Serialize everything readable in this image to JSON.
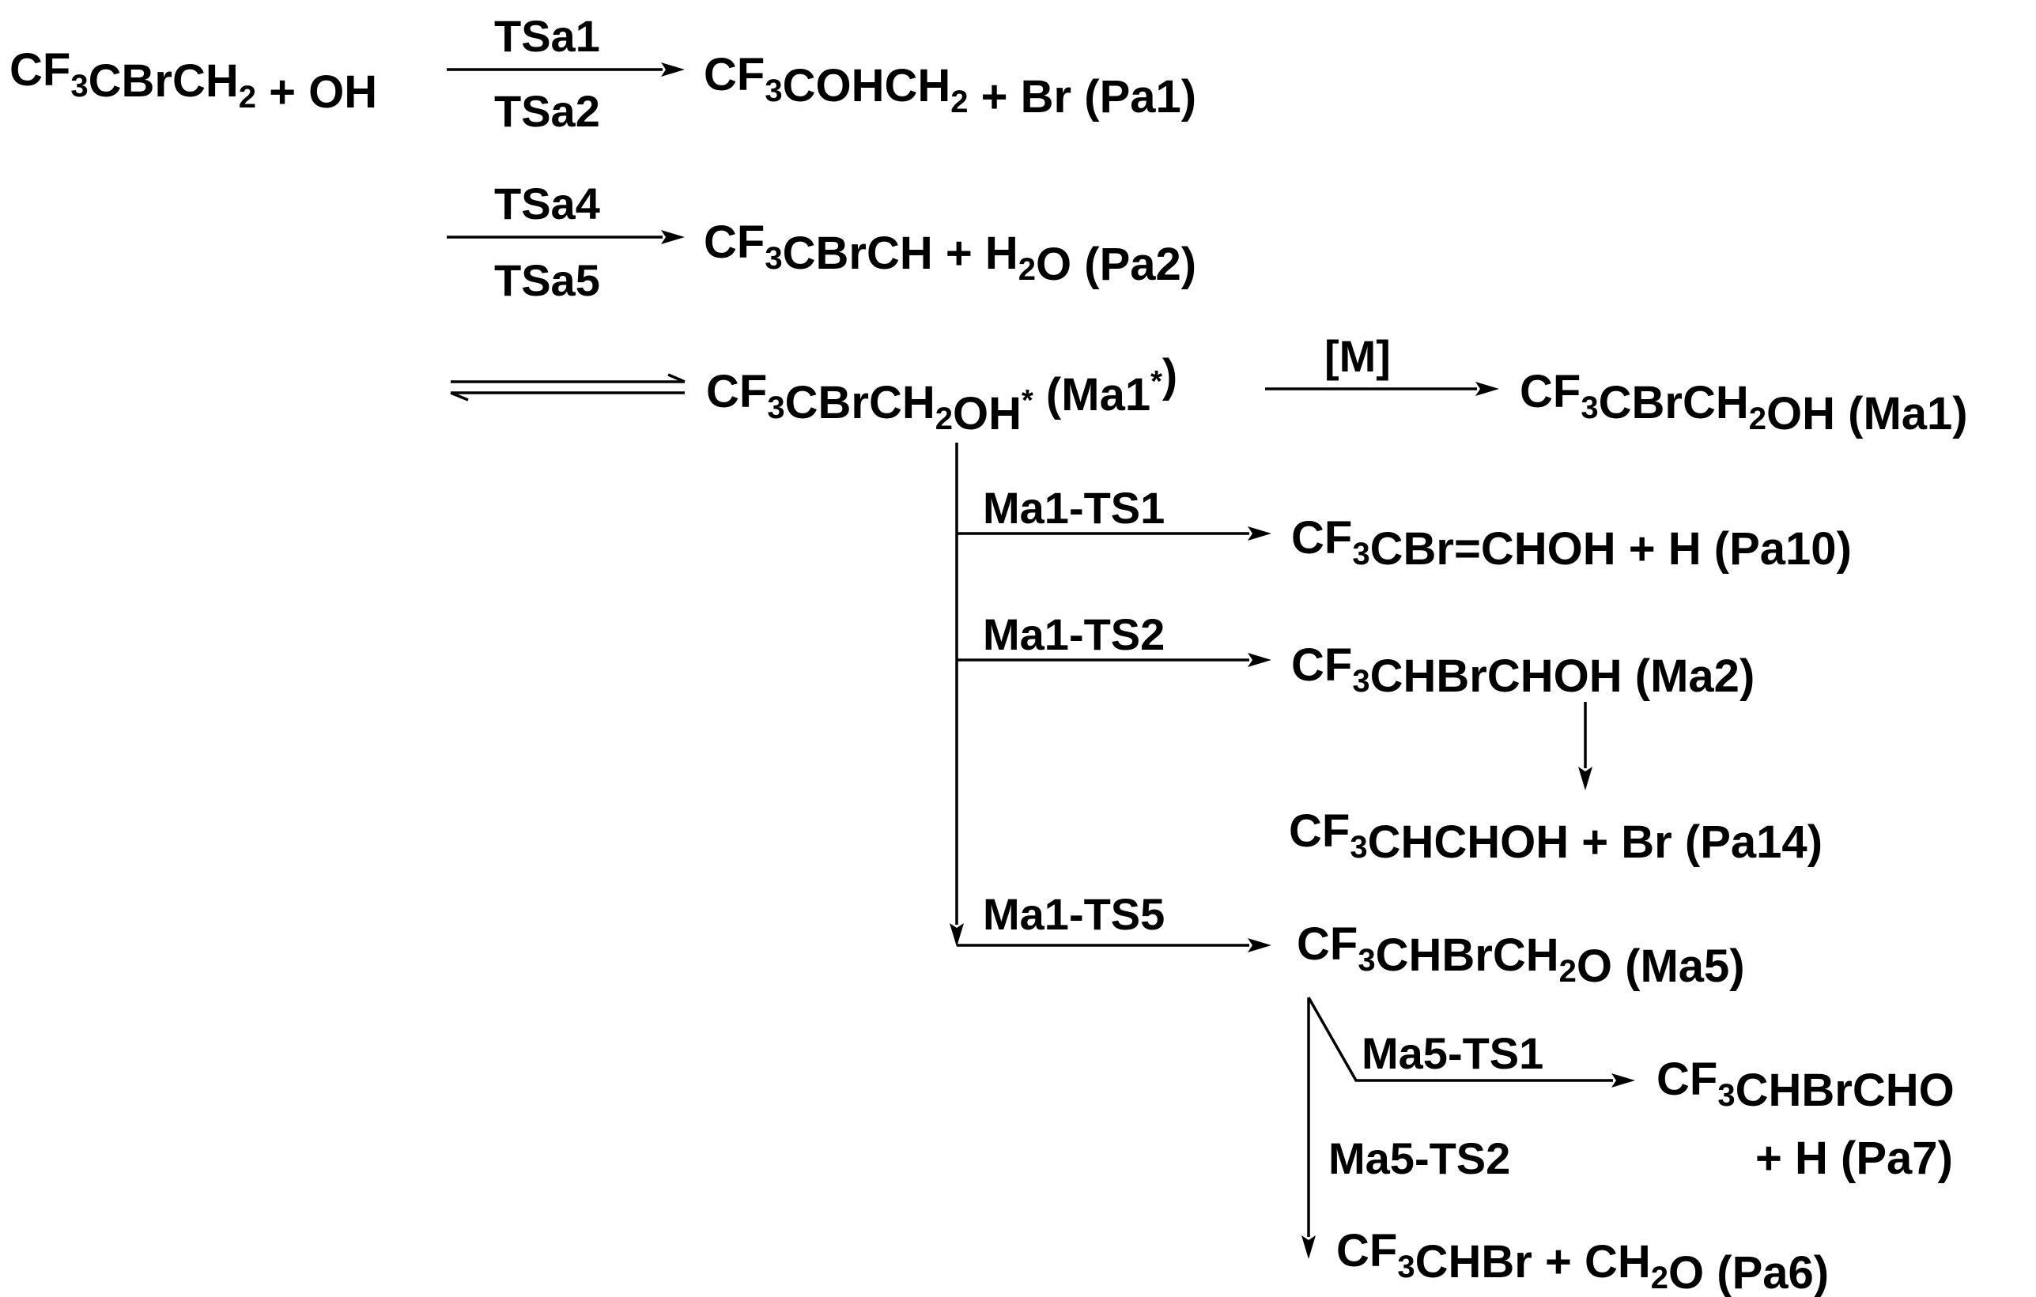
{
  "species": {
    "reactants": "CF3CBrCH2 + OH",
    "pa1": "CF3COHCH2 + Br (Pa1)",
    "pa2": "CF3CBrCH + H2O (Pa2)",
    "ma1_star": "CF3CBrCH2OH* (Ma1*)",
    "ma1": "CF3CBrCH2OH (Ma1)",
    "pa10": "CF3CBr=CHOH + H (Pa10)",
    "ma2": "CF3CHBrCHOH (Ma2)",
    "pa14": "CF3CHCHOH + Br (Pa14)",
    "ma5": "CF3CHBrCH2O (Ma5)",
    "pa7_line1": "CF3CHBrCHO",
    "pa7_line2": "+ H (Pa7)",
    "pa6": "CF3CHBr + CH2O (Pa6)"
  },
  "labels": {
    "tsa1": "TSa1",
    "tsa2": "TSa2",
    "tsa4": "TSa4",
    "tsa5": "TSa5",
    "m": "[M]",
    "ma1_ts1": "Ma1-TS1",
    "ma1_ts2": "Ma1-TS2",
    "ma1_ts5": "Ma1-TS5",
    "ma5_ts1": "Ma5-TS1",
    "ma5_ts2": "Ma5-TS2"
  }
}
